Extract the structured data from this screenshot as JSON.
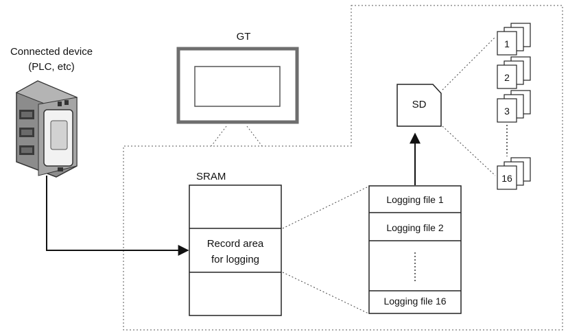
{
  "device": {
    "name": "Connected device",
    "subtitle": "(PLC, etc)"
  },
  "gt": {
    "label": "GT"
  },
  "sram": {
    "label": "SRAM",
    "record_line1": "Record area",
    "record_line2": "for logging"
  },
  "logging_files": [
    "Logging file 1",
    "Logging file 2",
    "Logging file 16"
  ],
  "sd": {
    "label": "SD"
  },
  "sd_files": [
    "1",
    "2",
    "3",
    "16"
  ],
  "colors": {
    "line": "#111111",
    "dotted": "#444444",
    "device_body": "#9a9a9a",
    "device_dark": "#3a3a3a",
    "gt_frame": "#6e6e6e"
  }
}
